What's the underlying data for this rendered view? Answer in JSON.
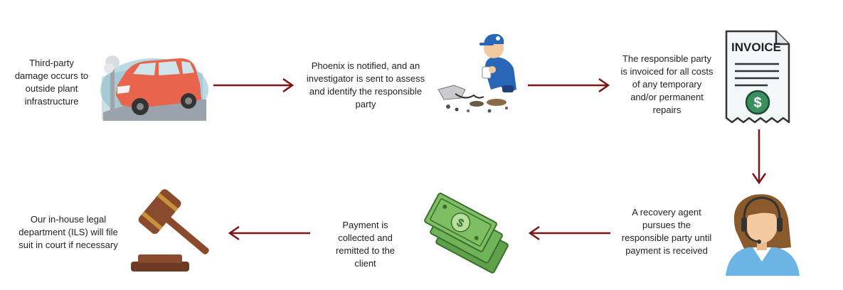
{
  "colors": {
    "arrow": "#7b1416",
    "car_body": "#e8644c",
    "car_shadow": "#b9d9e3",
    "cap_blue": "#2a66b7",
    "invoice_paper": "#f3f7f7",
    "dollar_green": "#3a8f5f",
    "cash_green": "#7fbf63",
    "gavel_brown": "#8a4a2e",
    "hair_brown": "#8b5a2b",
    "shirt_blue": "#6cb4e4"
  },
  "steps": [
    {
      "text": "Third-party damage occurs to outside plant infrastructure",
      "icon": "damaged-car-icon"
    },
    {
      "text": "Phoenix is notified, and an investigator is sent to assess and identify the responsible party",
      "icon": "investigator-icon"
    },
    {
      "text": "The responsible party is invoiced for all costs of any temporary and/or permanent repairs",
      "icon": "invoice-icon"
    },
    {
      "text": "A recovery agent pursues the responsible party until payment is received",
      "icon": "recovery-agent-icon"
    },
    {
      "text": "Payment is collected and remitted to the client",
      "icon": "cash-icon"
    },
    {
      "text": "Our in-house legal department (ILS) will file suit in court if necessary",
      "icon": "gavel-icon"
    }
  ],
  "invoice_label": "INVOICE",
  "invoice_symbol": "$"
}
